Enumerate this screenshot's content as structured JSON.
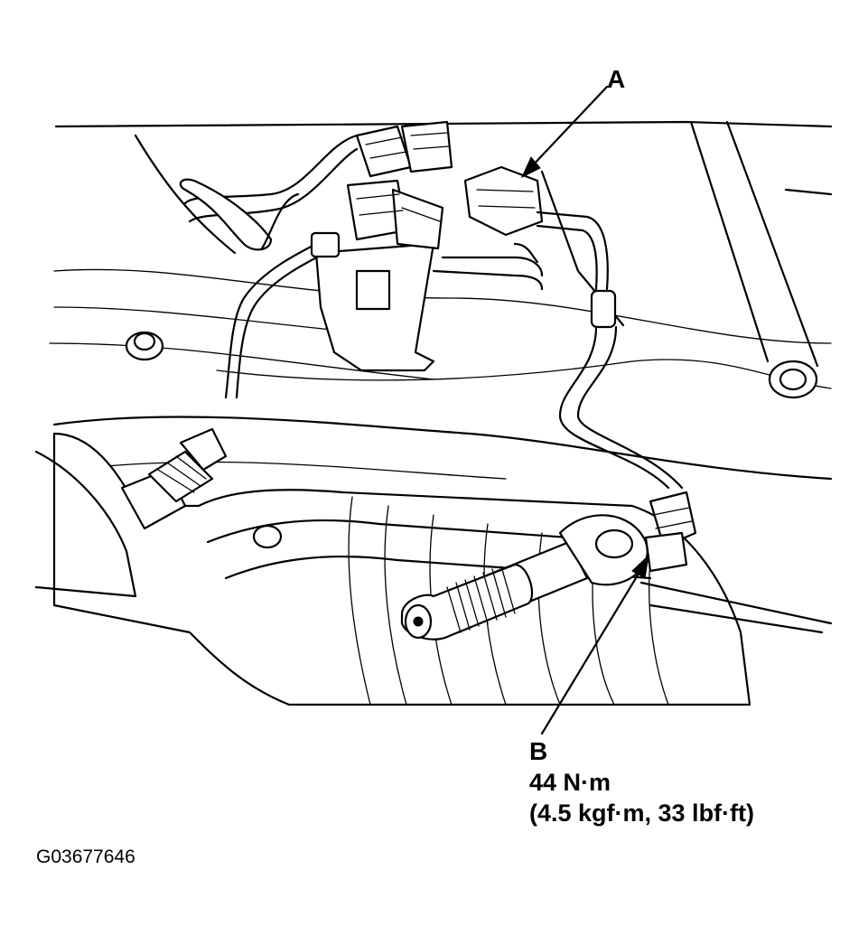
{
  "callouts": {
    "a": {
      "letter": "A"
    },
    "b": {
      "letter": "B",
      "torque_nm": "44 N·m",
      "torque_alt": "(4.5 kgf·m, 33 lbf·ft)"
    }
  },
  "figure_id": "G03677646"
}
